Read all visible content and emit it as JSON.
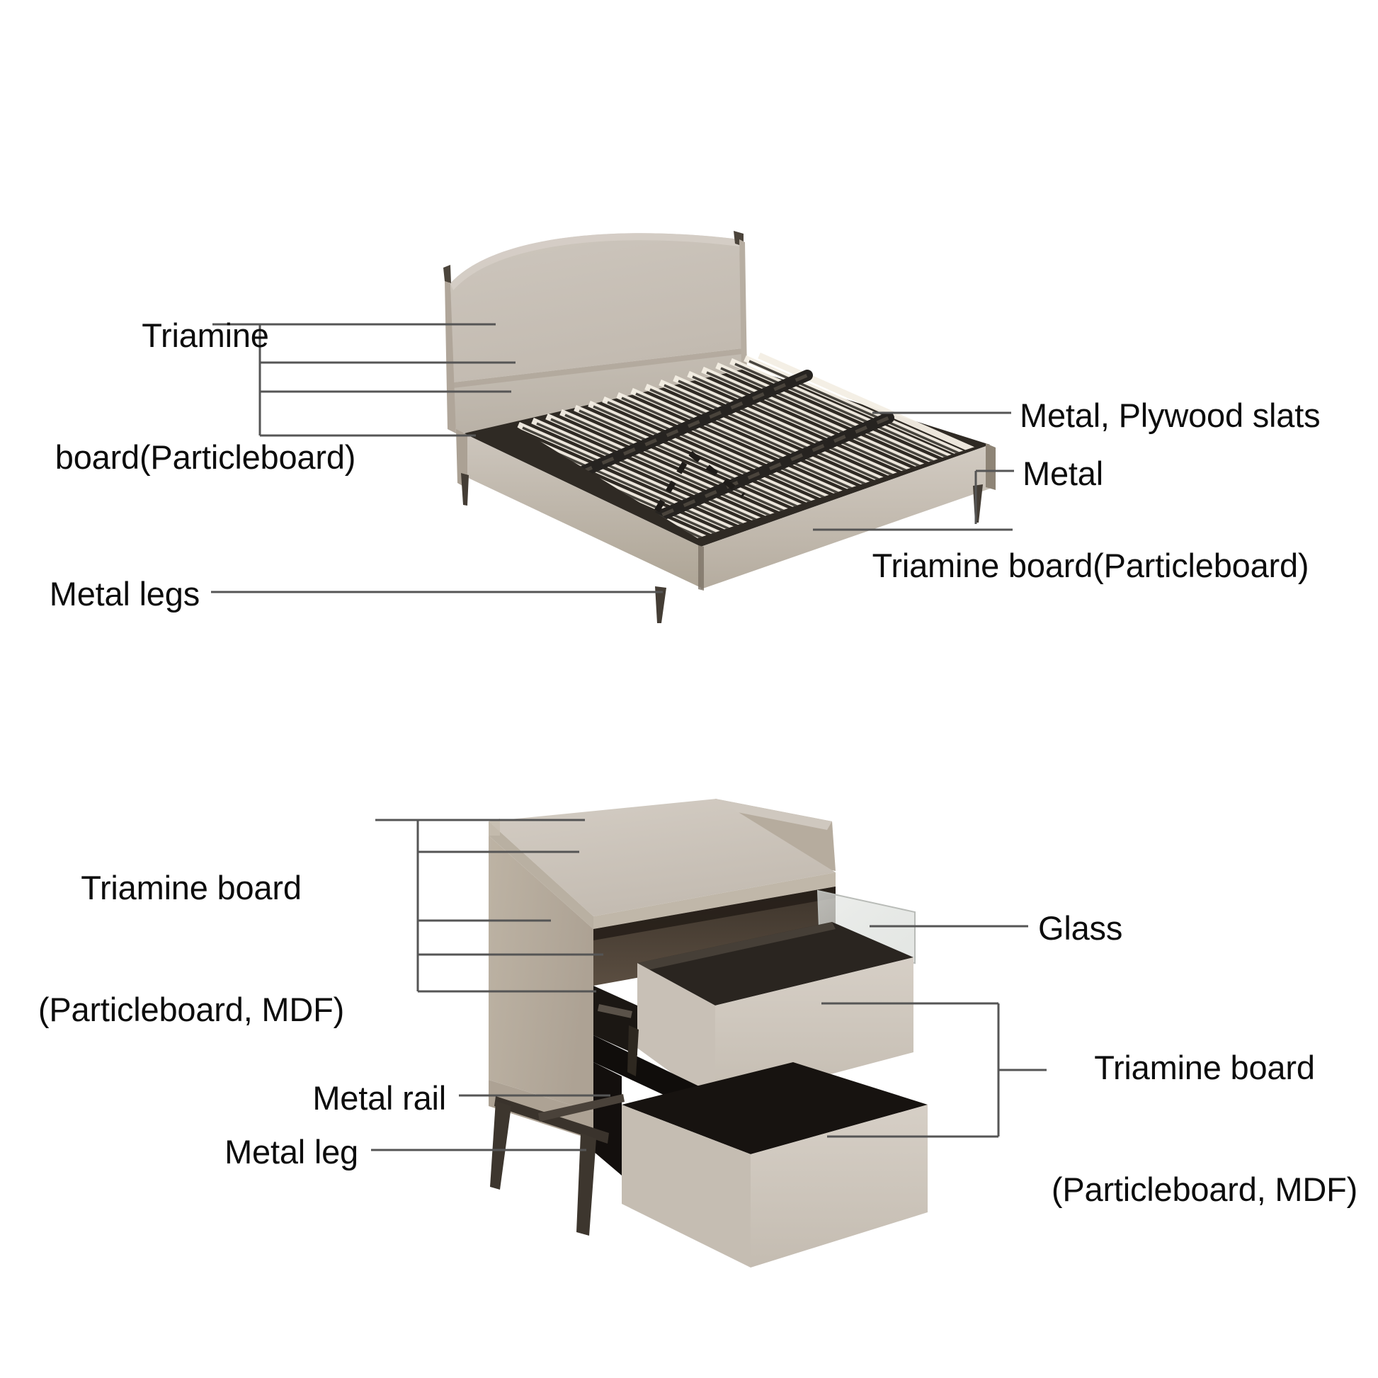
{
  "diagram": {
    "title": "Bed and nightstand material callout diagram",
    "background_color": "#ffffff",
    "leader_line_color": "#555555",
    "text_color": "#0d0d0d"
  },
  "palette": {
    "board_light": "#c8c1b8",
    "board_mid": "#b3a898",
    "board_shadow": "#9e9384",
    "board_top": "#cfc8bf",
    "metal_dark": "#3a332c",
    "metal_leg": "#4a423a",
    "slat_wood": "#f2ece0",
    "slat_rail": "#2e2a25",
    "cavity_dark": "#4a3f35",
    "cavity_black": "#15120f",
    "glass": "#d8dcd8"
  },
  "bed": {
    "product": "Bed frame with slatted base",
    "labels": [
      {
        "id": "bed-triamine-left",
        "lines": [
          "Triamine",
          "board(Particleboard)"
        ],
        "align": "center",
        "position": "top-left",
        "targets": 4
      },
      {
        "id": "bed-slats",
        "lines": [
          "Metal, Plywood slats"
        ],
        "align": "left",
        "position": "right",
        "targets": 1
      },
      {
        "id": "bed-metal",
        "lines": [
          "Metal"
        ],
        "align": "left",
        "position": "right",
        "targets": 1
      },
      {
        "id": "bed-triamine-right",
        "lines": [
          "Triamine board(Particleboard)"
        ],
        "align": "center",
        "position": "bottom-right",
        "targets": 1
      },
      {
        "id": "bed-metal-legs",
        "lines": [
          "Metal legs"
        ],
        "align": "right",
        "position": "bottom-left",
        "targets": 1
      }
    ]
  },
  "nightstand": {
    "product": "Two-drawer nightstand",
    "labels": [
      {
        "id": "ns-triamine-left",
        "lines": [
          "Triamine board",
          "(Particleboard, MDF)"
        ],
        "align": "center",
        "position": "left",
        "targets": 4
      },
      {
        "id": "ns-glass",
        "lines": [
          "Glass"
        ],
        "align": "left",
        "position": "right",
        "targets": 1
      },
      {
        "id": "ns-triamine-right",
        "lines": [
          "Triamine board",
          "(Particleboard, MDF)"
        ],
        "align": "center",
        "position": "right",
        "targets": 2
      },
      {
        "id": "ns-metal-rail",
        "lines": [
          "Metal rail"
        ],
        "align": "right",
        "position": "bottom-left",
        "targets": 1
      },
      {
        "id": "ns-metal-leg",
        "lines": [
          "Metal leg"
        ],
        "align": "right",
        "position": "bottom-left",
        "targets": 1
      }
    ]
  },
  "text": {
    "bed_triamine_left_l1": "Triamine",
    "bed_triamine_left_l2": "board(Particleboard)",
    "bed_slats": "Metal, Plywood slats",
    "bed_metal": "Metal",
    "bed_triamine_right": "Triamine board(Particleboard)",
    "bed_metal_legs": "Metal legs",
    "ns_triamine_left_l1": "Triamine board",
    "ns_triamine_left_l2": "(Particleboard, MDF)",
    "ns_glass": "Glass",
    "ns_triamine_right_l1": "Triamine board",
    "ns_triamine_right_l2": "(Particleboard, MDF)",
    "ns_metal_rail": "Metal rail",
    "ns_metal_leg": "Metal leg"
  }
}
